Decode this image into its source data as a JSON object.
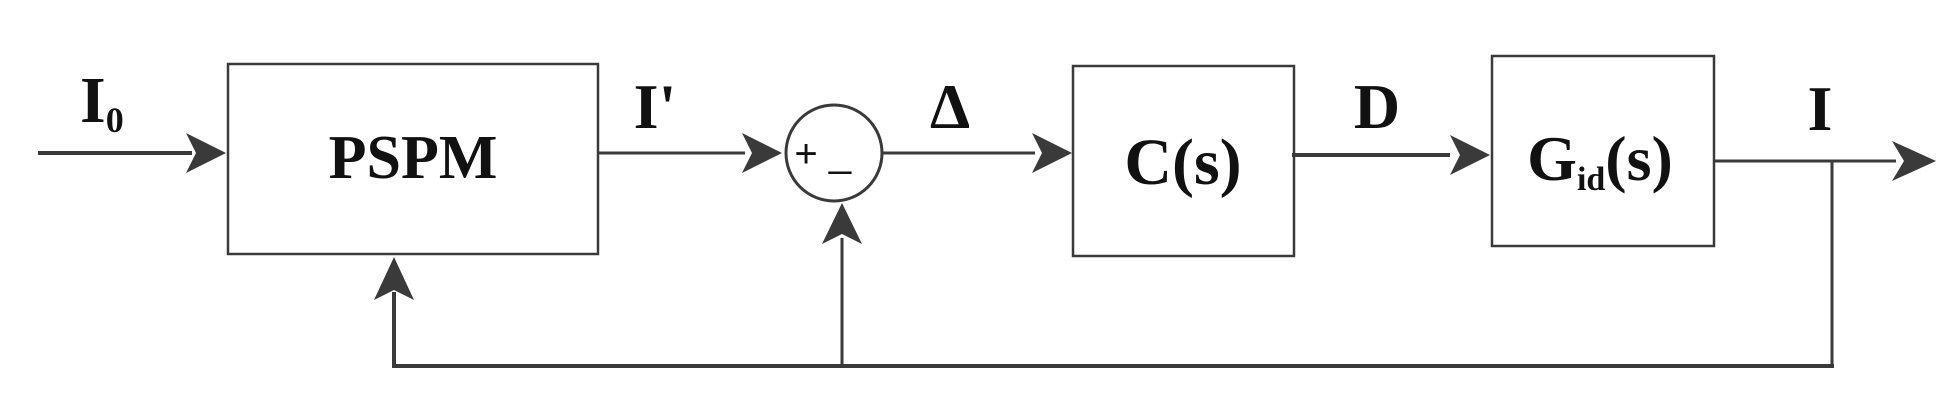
{
  "signals": {
    "input": {
      "main": "I",
      "sub": "0"
    },
    "pspm_output": "I'",
    "error": "Δ",
    "duty": "D",
    "output": "I"
  },
  "blocks": {
    "pspm": "PSPM",
    "controller": "C(s)",
    "plant": {
      "main": "G",
      "sub": "id",
      "arg": "(s)"
    }
  },
  "summing_junction": {
    "plus": "+",
    "minus": "_"
  }
}
